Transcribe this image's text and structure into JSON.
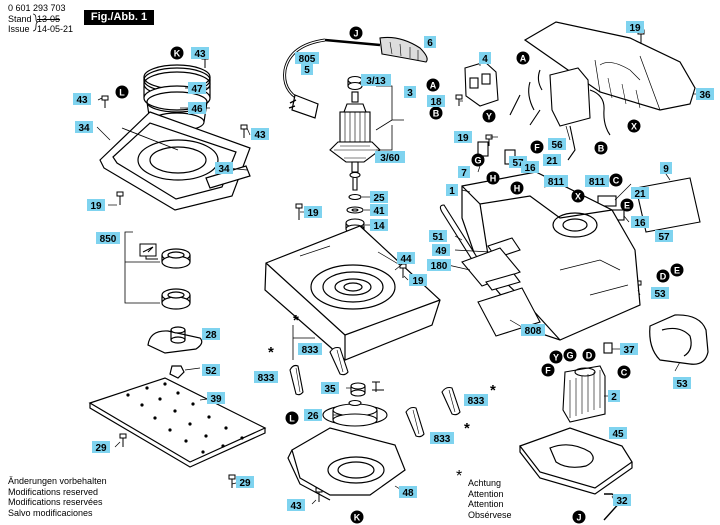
{
  "header": {
    "part_number": "0 601 293 703",
    "stand_label": "Stand",
    "stand_date": "13-05",
    "issue_label": "Issue",
    "issue_date": "14-05-21",
    "figure_label": "Fig./Abb. 1"
  },
  "footer": {
    "reservations": [
      "Änderungen vorbehalten",
      "Modifications reserved",
      "Modifications reservées",
      "Salvo modificaciones"
    ],
    "attention_star": "*",
    "attention": [
      "Achtung",
      "Attention",
      "Attention",
      "Obsérvese"
    ]
  },
  "labels": {
    "l805": "805",
    "l5": "5",
    "l6": "6",
    "l3_13": "3/13",
    "l3": "3",
    "l3_60": "3/60",
    "l4": "4",
    "l18": "18",
    "l19": "19",
    "l36": "36",
    "l43": "43",
    "l47": "47",
    "l46": "46",
    "l34": "34",
    "l850": "850",
    "l28": "28",
    "l52": "52",
    "l39": "39",
    "l29": "29",
    "l25": "25",
    "l41": "41",
    "l14": "14",
    "l44": "44",
    "l833": "833",
    "l35": "35",
    "l26": "26",
    "l48": "48",
    "l56": "56",
    "l57": "57",
    "l7": "7",
    "l16": "16",
    "l21": "21",
    "l811": "811",
    "l9": "9",
    "l1": "1",
    "l51": "51",
    "l49": "49",
    "l180": "180",
    "l808": "808",
    "l53": "53",
    "l37": "37",
    "l2": "2",
    "l45": "45",
    "l32": "32",
    "star": "*"
  },
  "callouts": {
    "A": "A",
    "B": "B",
    "C": "C",
    "D": "D",
    "E": "E",
    "F": "F",
    "G": "G",
    "H": "H",
    "J": "J",
    "K": "K",
    "L": "L",
    "X": "X",
    "Y": "Y"
  },
  "colors": {
    "label_fill": "#7fd3ef",
    "ink": "#000000",
    "paper": "#ffffff",
    "shade": "#d8d8d8"
  }
}
